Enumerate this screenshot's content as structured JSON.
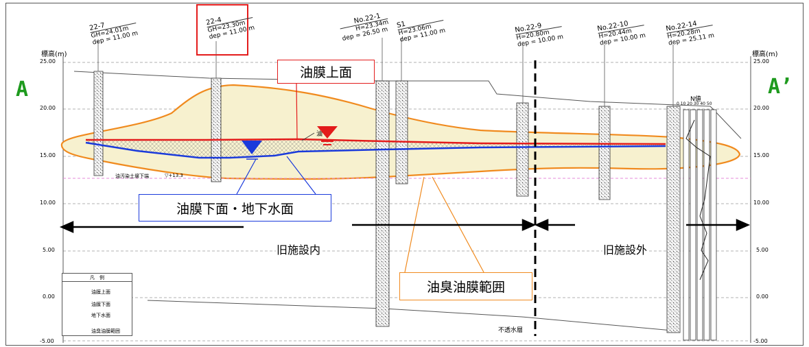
{
  "section_labels": {
    "left": "A",
    "right": "A’"
  },
  "axis": {
    "title_left": "標高(m)",
    "title_right": "標高(m)",
    "ticks": [
      "25.00",
      "20.00",
      "15.00",
      "10.00",
      "5.00",
      "0.00",
      "-5.00"
    ]
  },
  "boreholes": [
    {
      "name": "22-7",
      "gh": "GH=24.01m",
      "dep": "dep = 11.00 m"
    },
    {
      "name": "22-4",
      "gh": "GH=23.30m",
      "dep": "dep = 11.00 m"
    },
    {
      "name": "No.22-1",
      "gh": "H=23.34m",
      "dep": "dep = 26.50 m"
    },
    {
      "name": "S1",
      "gh": "H=23.06m",
      "dep": "dep = 11.00 m"
    },
    {
      "name": "No.22-9",
      "gh": "H=20.80m",
      "dep": "dep = 10.00 m"
    },
    {
      "name": "No.22-10",
      "gh": "H=20.44m",
      "dep": "dep = 10.00 m"
    },
    {
      "name": "No.22-14",
      "gh": "H=20.28m",
      "dep": "dep = 25.11 m"
    }
  ],
  "callouts": {
    "oil_top": "油膜上面",
    "oil_bottom": "油膜下面・地下水面",
    "odor_range": "油臭油膜範囲"
  },
  "zones": {
    "inside": "旧施設内",
    "outside": "旧施設外"
  },
  "annotations": {
    "pollution_base": "油汚染土壌下端",
    "pollution_level": "▽+13.3",
    "oil_small": "油",
    "impermeable": "不透水層",
    "n_value": "N値",
    "n_scale": "0 10 20 30 40 50"
  },
  "legend": {
    "title": "凡　例",
    "oil_top": "油膜上面",
    "oil_bottom_1": "油膜下面",
    "oil_bottom_2": "地下水面",
    "odor": "油臭油膜範囲"
  },
  "colors": {
    "oil_top": "#e31b1b",
    "groundwater": "#1a3adb",
    "odor_range": "#f08a1e",
    "odor_fill": "#f7f1cf",
    "label_green": "#1e9a1e",
    "pink_line": "#e58ad8"
  }
}
